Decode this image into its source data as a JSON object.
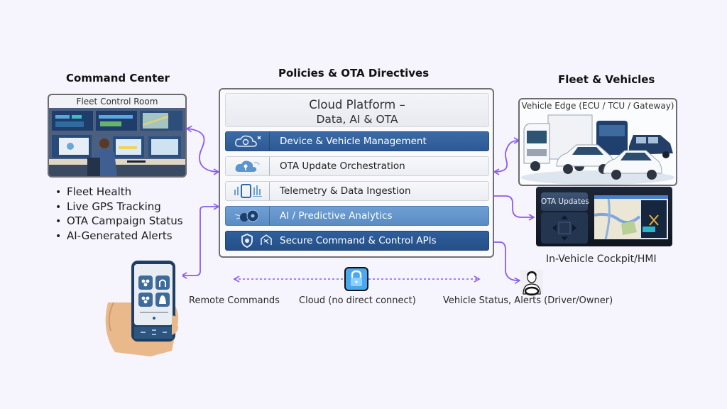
{
  "command_center": {
    "heading": "Command Center",
    "image_title": "Fleet Control Room",
    "bullets": [
      "Fleet Health",
      "Live GPS Tracking",
      "OTA Campaign Status",
      "AI-Generated Alerts"
    ]
  },
  "cloud_platform": {
    "heading": "Policies & OTA Directives",
    "title_line1": "Cloud Platform –",
    "title_line2": "Data, AI & OTA",
    "layers": [
      {
        "label": "Device & Vehicle Management",
        "icon": "cloud-gear-icon",
        "style": "dark"
      },
      {
        "label": "OTA Update Orchestration",
        "icon": "cloud-upload-icon",
        "style": "light"
      },
      {
        "label": "Telemetry & Data Ingestion",
        "icon": "tablet-signal-icon",
        "style": "light"
      },
      {
        "label": "AI / Predictive Analytics",
        "icon": "gears-network-icon",
        "style": "mid"
      },
      {
        "label": "Secure Command & Control APIs",
        "icon": "shield-icon",
        "style": "deep"
      }
    ]
  },
  "fleet": {
    "heading": "Fleet & Vehicles",
    "edge_title": "Vehicle Edge (ECU / TCU / Gateway)",
    "hmi_button": "OTA Updates",
    "hmi_caption": "In-Vehicle Cockpit/HMI"
  },
  "bottom": {
    "remote_commands": "Remote Commands",
    "cloud_note": "Cloud (no direct connect)",
    "vehicle_status": "Vehicle Status, Alerts (Driver/Owner)"
  },
  "colors": {
    "background": "#f6f4fd",
    "arrow": "#8a5cf0",
    "layer_dark": "#3b6aa6",
    "layer_mid": "#6f9fd3",
    "layer_deep": "#2f5f9c",
    "lock": "#4aa8f0"
  }
}
